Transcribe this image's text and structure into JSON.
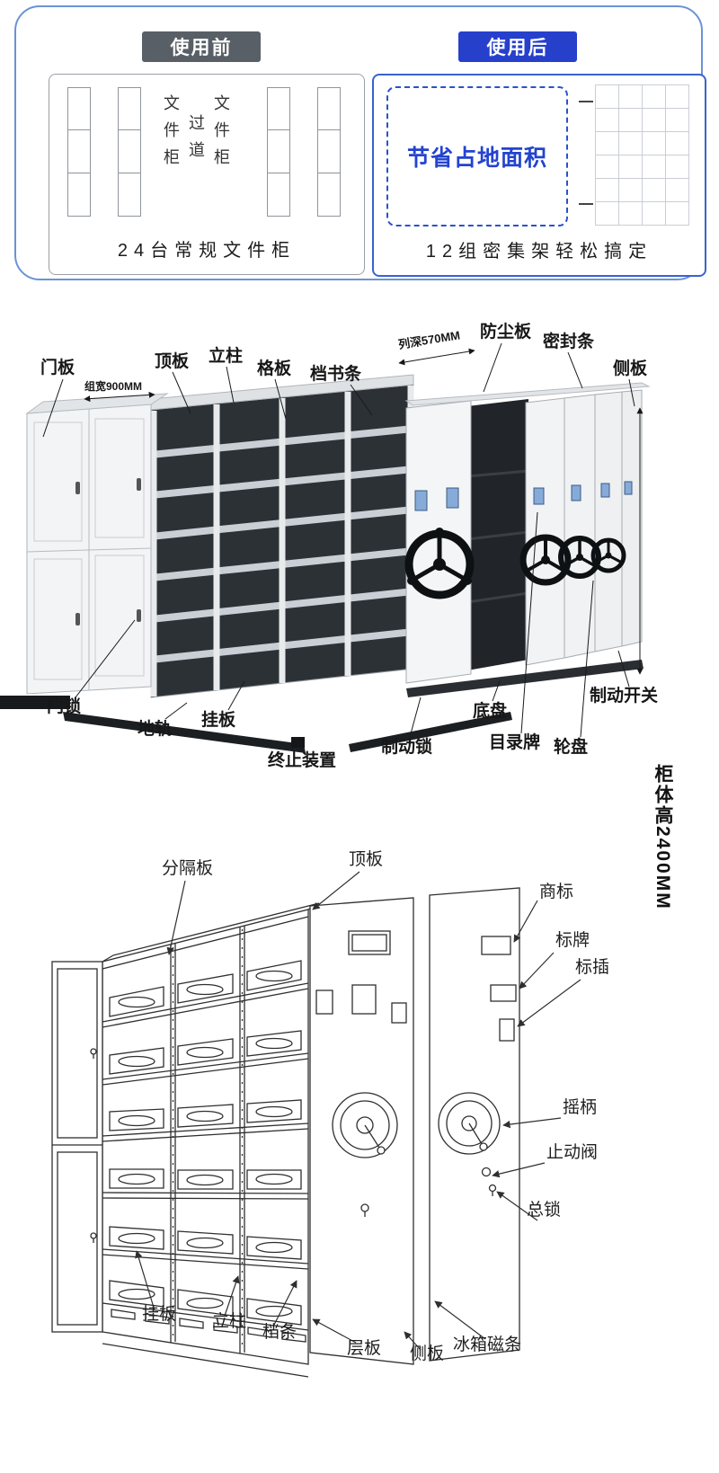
{
  "comparison": {
    "before": {
      "badge": "使用前",
      "aisle_labels": [
        "文件柜",
        "过道",
        "文件柜"
      ],
      "caption": "24台常规文件柜"
    },
    "after": {
      "badge": "使用后",
      "highlight": "节省占地面积",
      "caption": "12组密集架轻松搞定"
    },
    "colors": {
      "badge_gray": "#585f66",
      "badge_blue": "#2640cc",
      "dashed_blue": "#2a52cc",
      "border_blue": "#6b93d6"
    }
  },
  "photo": {
    "dims": {
      "group_width": "组宽900MM",
      "row_depth": "列深570MM",
      "cabinet_height": "柜体高2400MM"
    },
    "labels": {
      "door_panel": "门板",
      "top_panel": "顶板",
      "column": "立柱",
      "shelf_board": "格板",
      "book_strip": "档书条",
      "dust_panel": "防尘板",
      "seal_strip": "密封条",
      "side_panel": "侧板",
      "door_lock": "门锁",
      "floor_rail": "地轨",
      "hanging_board": "挂板",
      "stop_device": "终止装置",
      "brake_lock": "制动锁",
      "chassis": "底盘",
      "catalog_plate": "目录牌",
      "wheel": "轮盘",
      "brake_switch": "制动开关"
    }
  },
  "line_drawing": {
    "labels": {
      "divider_panel": "分隔板",
      "top_panel": "顶板",
      "trademark": "商标",
      "nameplate": "标牌",
      "label_insert": "标插",
      "crank_handle": "摇柄",
      "stop_valve": "止动阀",
      "master_lock": "总锁",
      "hanging_board": "挂板",
      "column": "立柱",
      "file_strip": "档条",
      "shelf_board": "层板",
      "side_panel": "侧板",
      "fridge_magnet_strip": "冰箱磁条"
    }
  }
}
